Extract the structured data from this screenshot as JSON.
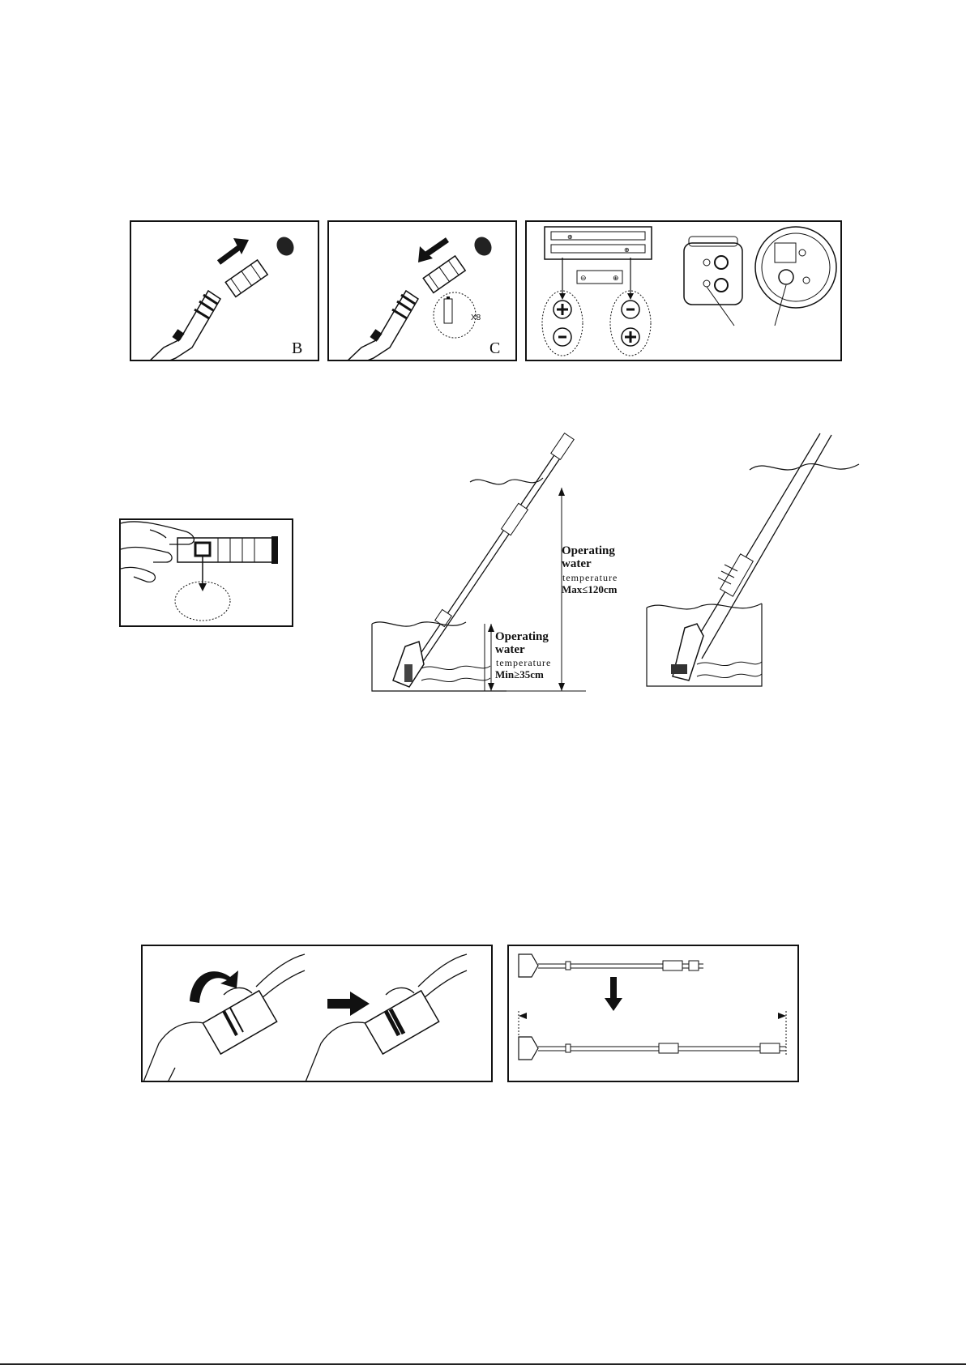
{
  "battery_install": {
    "panel_b": {
      "letter": "B"
    },
    "panel_c": {
      "letter": "C",
      "quantity_label": "X8"
    }
  },
  "water_depth": {
    "max": {
      "title": "Operating water",
      "subtitle": "temperature",
      "limit": "Max≤120cm"
    },
    "min": {
      "title": "Operating water",
      "subtitle": "temperature",
      "limit": "Min≥35cm"
    }
  },
  "icons": [
    "arrow-icon",
    "battery-icon",
    "plus-icon",
    "minus-icon",
    "hand-icon",
    "pole-icon",
    "water-wave-icon"
  ]
}
